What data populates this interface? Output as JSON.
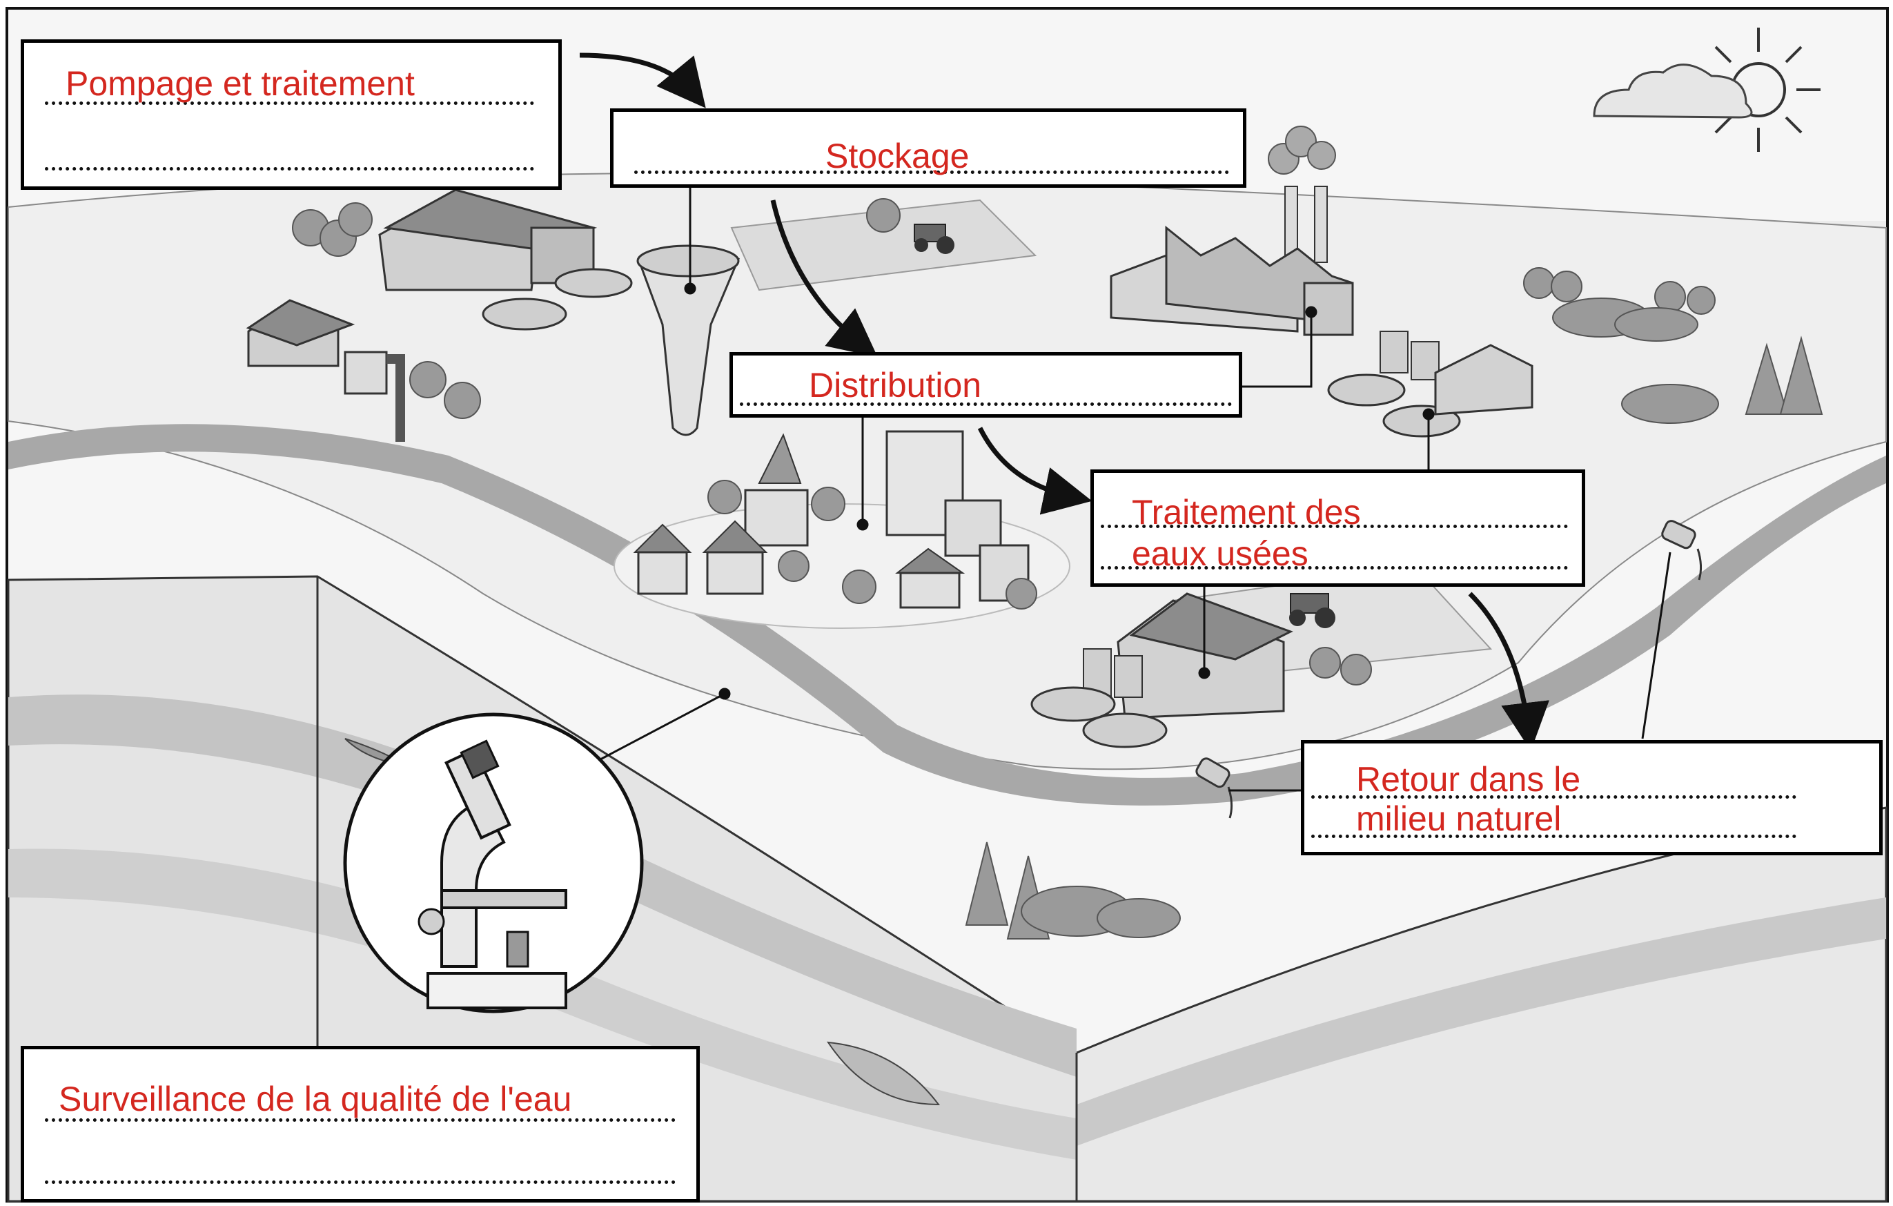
{
  "colors": {
    "label_text": "#d4271f",
    "ink": "#111111",
    "ground_light": "#eeeeee",
    "ground_mid": "#d6d6d6",
    "ground_dark": "#a8a8a8",
    "sky": "#f6f6f6"
  },
  "labels": {
    "pumping": {
      "line1": "Pompage et traitement",
      "line2": ""
    },
    "storage": {
      "line1": "Stockage"
    },
    "distribution": {
      "line1": "Distribution"
    },
    "wastewater": {
      "line1": "Traitement des",
      "line2": "eaux usées"
    },
    "return": {
      "line1": "Retour dans le",
      "line2": "milieu naturel"
    },
    "monitoring": {
      "line1": "Surveillance de la qualité de l'eau",
      "line2": ""
    }
  },
  "icons": {
    "sun": "sun-icon",
    "cloud": "cloud-icon",
    "water_tower": "water-tower-icon",
    "microscope": "microscope-icon",
    "factory": "factory-icon",
    "village": "village-icon",
    "tractor": "tractor-icon",
    "treatment_plant": "treatment-plant-icon",
    "outfall_pipe": "outfall-pipe-icon",
    "trees": "trees-icon"
  }
}
